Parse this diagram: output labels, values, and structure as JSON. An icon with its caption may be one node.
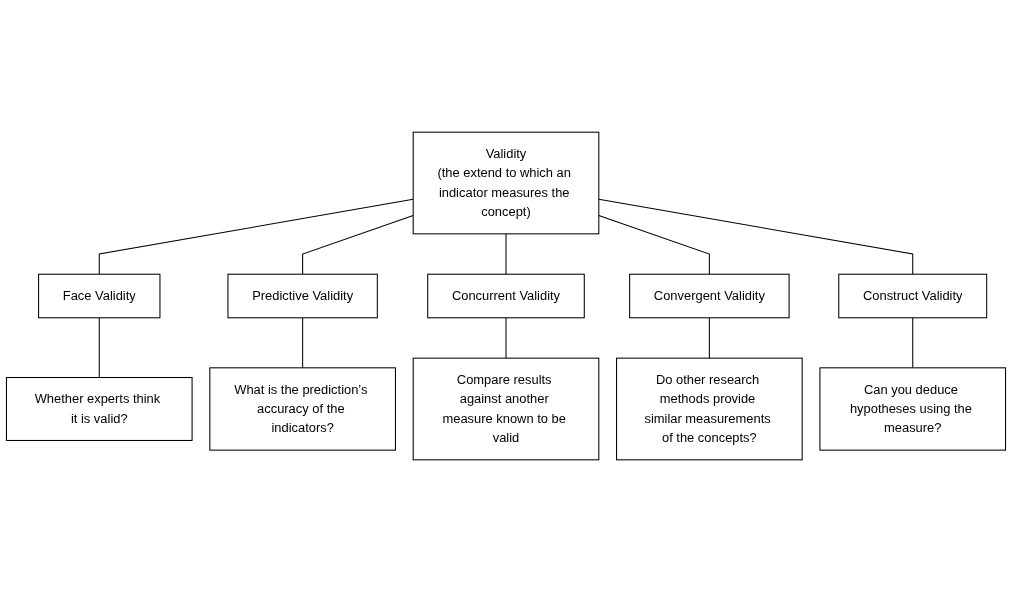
{
  "diagram": {
    "nodes": [
      {
        "text": [
          "Validity",
          "(the extend to which an indicator measures the concept)"
        ]
      },
      {
        "text": [
          "Face Validity"
        ]
      },
      {
        "text": [
          "Predictive Validity"
        ]
      },
      {
        "text": [
          "Concurrent Validity"
        ]
      },
      {
        "text": [
          "Convergent Validity"
        ]
      },
      {
        "text": [
          "Construct Validity"
        ]
      },
      {
        "text": [
          "Whether experts think it is valid?"
        ]
      },
      {
        "text": [
          "What is the prediction’s accuracy of the indicators?"
        ]
      },
      {
        "text": [
          "Compare results against another measure known to be valid"
        ]
      },
      {
        "text": [
          "Do other research methods provide similar measurements of the concepts?"
        ]
      },
      {
        "text": [
          "Can you deduce hypotheses using the measure?"
        ]
      }
    ],
    "edges": [
      {
        "from": 0,
        "to": 1,
        "arrow": "none"
      },
      {
        "from": 0,
        "to": 2,
        "arrow": "none"
      },
      {
        "from": 0,
        "to": 3,
        "arrow": "none"
      },
      {
        "from": 0,
        "to": 4,
        "arrow": "none"
      },
      {
        "from": 0,
        "to": 5,
        "arrow": "none"
      },
      {
        "from": 1,
        "to": 6,
        "arrow": "none"
      },
      {
        "from": 2,
        "to": 7,
        "arrow": "none"
      },
      {
        "from": 3,
        "to": 8,
        "arrow": "none"
      },
      {
        "from": 4,
        "to": 9,
        "arrow": "none"
      },
      {
        "from": 5,
        "to": 10,
        "arrow": "none"
      }
    ]
  }
}
